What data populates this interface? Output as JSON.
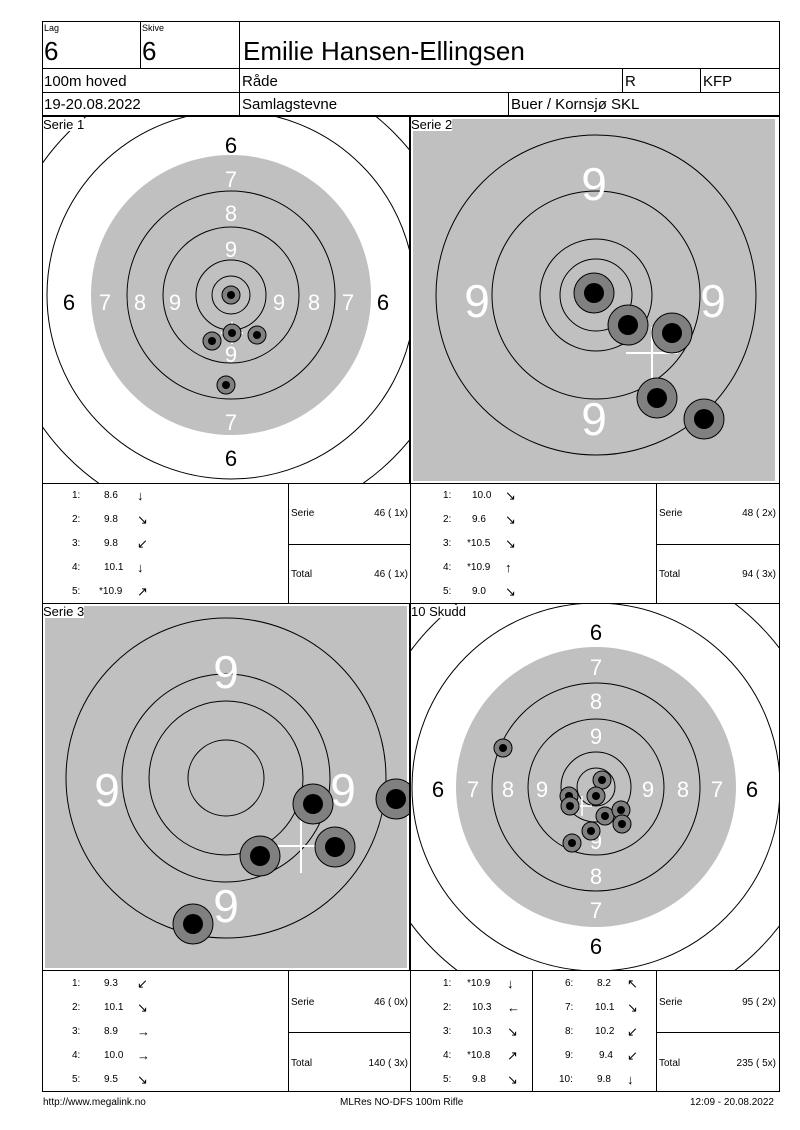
{
  "header": {
    "lag_label": "Lag",
    "lag_value": "6",
    "skive_label": "Skive",
    "skive_value": "6",
    "name": "Emilie Hansen-Ellingsen",
    "event": "100m hoved",
    "club": "Råde",
    "class1": "R",
    "class2": "KFP",
    "date": "19-20.08.2022",
    "competition": "Samlagstevne",
    "range": "Buer / Kornsjø SKL"
  },
  "panels": {
    "serie1": {
      "title": "Serie 1"
    },
    "serie2": {
      "title": "Serie 2"
    },
    "serie3": {
      "title": "Serie 3"
    },
    "skudd10": {
      "title": "10 Skudd"
    }
  },
  "ring_labels": {
    "s6": "6",
    "s7": "7",
    "s8": "8",
    "s9": "9"
  },
  "scores": {
    "serie1": {
      "shots": [
        {
          "n": "1:",
          "v": "8.6",
          "arrow": "↓"
        },
        {
          "n": "2:",
          "v": "9.8",
          "arrow": "↘"
        },
        {
          "n": "3:",
          "v": "9.8",
          "arrow": "↙"
        },
        {
          "n": "4:",
          "v": "10.1",
          "arrow": "↓"
        },
        {
          "n": "5:",
          "v": "*10.9",
          "arrow": "↗"
        }
      ],
      "serie_label": "Serie",
      "serie_value": "46 ( 1x)",
      "total_label": "Total",
      "total_value": "46 ( 1x)"
    },
    "serie2": {
      "shots": [
        {
          "n": "1:",
          "v": "10.0",
          "arrow": "↘"
        },
        {
          "n": "2:",
          "v": "9.6",
          "arrow": "↘"
        },
        {
          "n": "3:",
          "v": "*10.5",
          "arrow": "↘"
        },
        {
          "n": "4:",
          "v": "*10.9",
          "arrow": "↑"
        },
        {
          "n": "5:",
          "v": "9.0",
          "arrow": "↘"
        }
      ],
      "serie_label": "Serie",
      "serie_value": "48 ( 2x)",
      "total_label": "Total",
      "total_value": "94 ( 3x)"
    },
    "serie3": {
      "shots": [
        {
          "n": "1:",
          "v": "9.3",
          "arrow": "↙"
        },
        {
          "n": "2:",
          "v": "10.1",
          "arrow": "↘"
        },
        {
          "n": "3:",
          "v": "8.9",
          "arrow": "→"
        },
        {
          "n": "4:",
          "v": "10.0",
          "arrow": "→"
        },
        {
          "n": "5:",
          "v": "9.5",
          "arrow": "↘"
        }
      ],
      "serie_label": "Serie",
      "serie_value": "46 ( 0x)",
      "total_label": "Total",
      "total_value": "140 ( 3x)"
    },
    "skudd10": {
      "shots": [
        {
          "n": "1:",
          "v": "*10.9",
          "arrow": "↓"
        },
        {
          "n": "2:",
          "v": "10.3",
          "arrow": "←"
        },
        {
          "n": "3:",
          "v": "10.3",
          "arrow": "↘"
        },
        {
          "n": "4:",
          "v": "*10.8",
          "arrow": "↗"
        },
        {
          "n": "5:",
          "v": "9.8",
          "arrow": "↘"
        },
        {
          "n": "6:",
          "v": "8.2",
          "arrow": "↖"
        },
        {
          "n": "7:",
          "v": "10.1",
          "arrow": "↘"
        },
        {
          "n": "8:",
          "v": "10.2",
          "arrow": "↙"
        },
        {
          "n": "9:",
          "v": "9.4",
          "arrow": "↙"
        },
        {
          "n": "10:",
          "v": "9.8",
          "arrow": "↓"
        }
      ],
      "serie_label": "Serie",
      "serie_value": "95 ( 2x)",
      "total_label": "Total",
      "total_value": "235 ( 5x)"
    }
  },
  "footer": {
    "left": "http://www.megalink.no",
    "center": "MLRes NO-DFS 100m Rifle",
    "right": "12:09 - 20.08.2022"
  },
  "colors": {
    "grey": "#c0c0c0",
    "dark_grey": "#808080",
    "black": "#000000",
    "white": "#ffffff"
  }
}
